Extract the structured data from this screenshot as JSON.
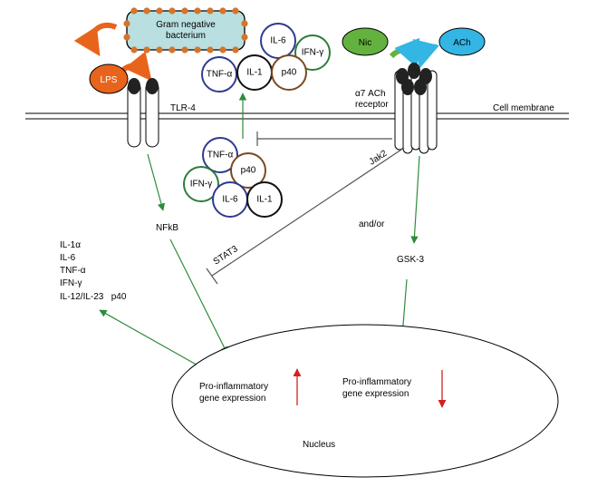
{
  "diagram": {
    "bacterium": [
      "Gram negative",
      "bacterium"
    ],
    "lps": "LPS",
    "tlr4": "TLR-4",
    "nic": "Nic",
    "ach": "ACh",
    "receptor": [
      "α7 ACh",
      "receptor"
    ],
    "cell_membrane": "Cell membrane",
    "released_cytokines": {
      "il6": "IL-6",
      "ifng": "IFN-γ",
      "tnfa": "TNF-α",
      "il1": "IL-1",
      "p40": "p40"
    },
    "intracellular_cytokines": {
      "tnfa": "TNF-α",
      "p40": "p40",
      "ifng": "IFN-γ",
      "il6": "IL-6",
      "il1": "IL-1"
    },
    "jak2": "Jak2",
    "stat3": "STAT3",
    "nfkb": "NFkB",
    "and_or": "and/or",
    "gsk3": "GSK-3",
    "cytokine_list": [
      "IL-1α",
      "IL-6",
      "TNF-α",
      "IFN-γ",
      "IL-12/IL-23   p40"
    ],
    "pro_inflammatory_left": [
      "Pro-inflammatory",
      "gene expression"
    ],
    "pro_inflammatory_right": [
      "Pro-inflammatory",
      "gene expression"
    ],
    "nucleus": "Nucleus"
  },
  "colors": {
    "green_arrow": "#2e8b3a",
    "red_arrow": "#d42020",
    "lps_fill": "#e8641c",
    "bacterium_fill": "#b9dfe0",
    "bacterium_dot": "#d5742a",
    "nic_fill": "#63b23f",
    "ach_fill": "#34b6e4",
    "ring_il6": "#2f3b8f",
    "ring_ifng": "#2e7d3a",
    "ring_tnfa": "#2f3b8f",
    "ring_il1": "#111111",
    "ring_p40": "#7a4a1e"
  }
}
